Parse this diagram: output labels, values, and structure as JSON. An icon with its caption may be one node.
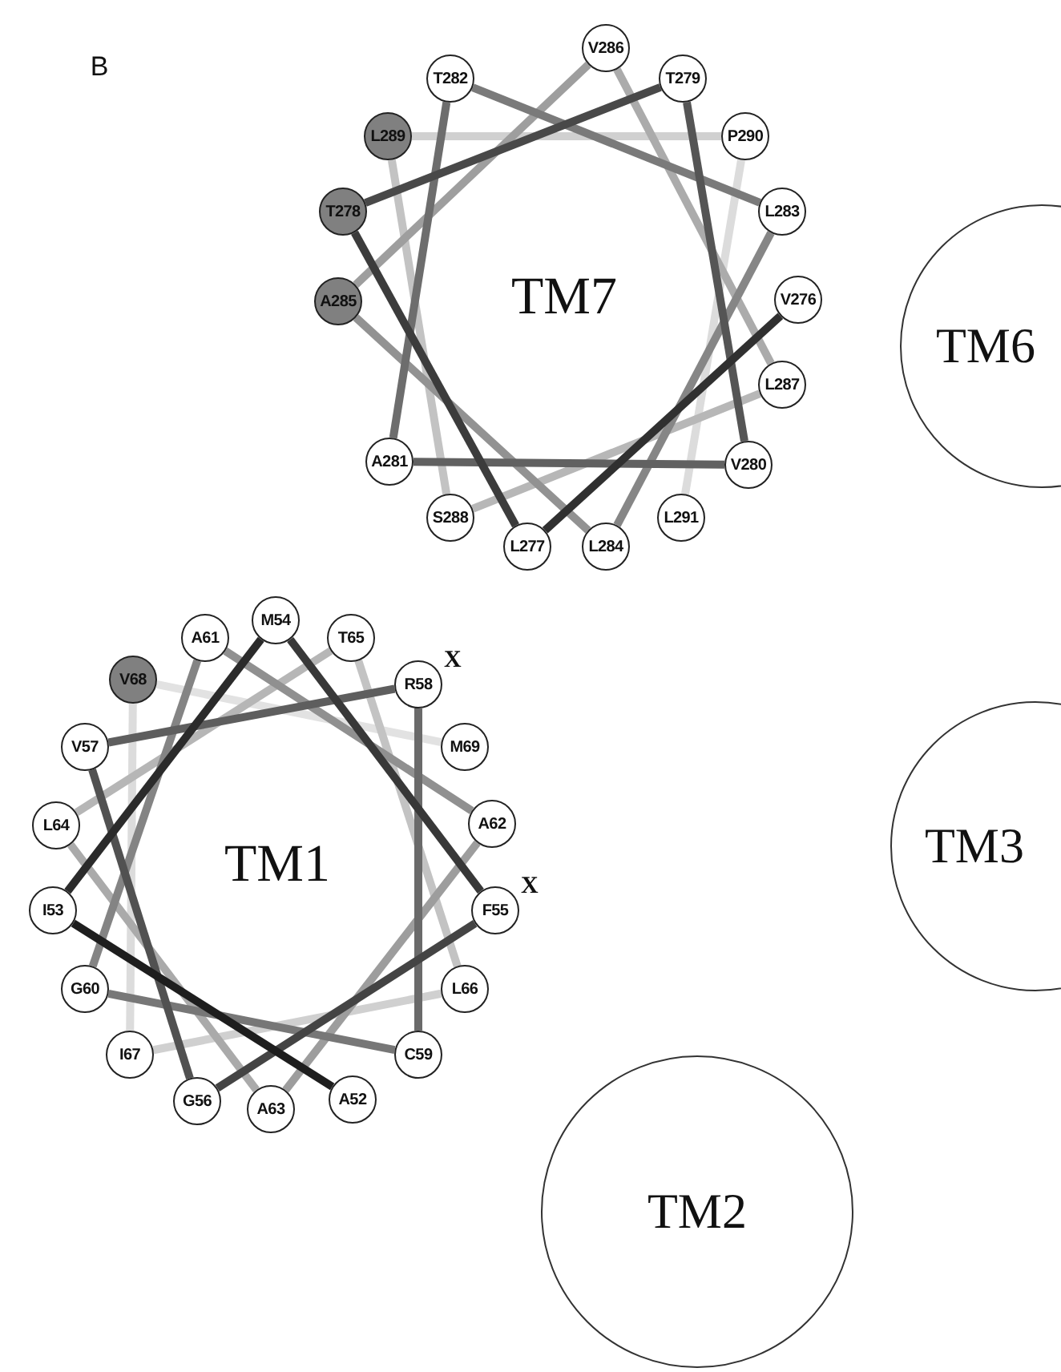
{
  "diagram": {
    "nodes": [
      {
        "text": [
          "V276"
        ]
      },
      {
        "text": [
          "L277"
        ]
      },
      {
        "text": [
          "T278"
        ]
      },
      {
        "text": [
          "T279"
        ]
      },
      {
        "text": [
          "V280"
        ]
      },
      {
        "text": [
          "A281"
        ]
      },
      {
        "text": [
          "T282"
        ]
      },
      {
        "text": [
          "L283"
        ]
      },
      {
        "text": [
          "L284"
        ]
      },
      {
        "text": [
          "A285"
        ]
      },
      {
        "text": [
          "V286"
        ]
      },
      {
        "text": [
          "L287"
        ]
      },
      {
        "text": [
          "S288"
        ]
      },
      {
        "text": [
          "L289"
        ]
      },
      {
        "text": [
          "P290"
        ]
      },
      {
        "text": [
          "L291"
        ]
      },
      {
        "text": [
          "TM6"
        ]
      },
      {
        "text": [
          "A52"
        ]
      },
      {
        "text": [
          "I53"
        ]
      },
      {
        "text": [
          "M54"
        ]
      },
      {
        "text": [
          "F55"
        ],
        "beside": [
          "X"
        ]
      },
      {
        "text": [
          "G56"
        ]
      },
      {
        "text": [
          "V57"
        ]
      },
      {
        "text": [
          "R58"
        ],
        "beside": [
          "X"
        ]
      },
      {
        "text": [
          "C59"
        ]
      },
      {
        "text": [
          "G60"
        ]
      },
      {
        "text": [
          "A61"
        ]
      },
      {
        "text": [
          "A62"
        ]
      },
      {
        "text": [
          "A63"
        ]
      },
      {
        "text": [
          "L64"
        ]
      },
      {
        "text": [
          "T65"
        ]
      },
      {
        "text": [
          "L66"
        ]
      },
      {
        "text": [
          "I67"
        ]
      },
      {
        "text": [
          "V68"
        ]
      },
      {
        "text": [
          "M69"
        ]
      },
      {
        "text": [
          "TM3"
        ]
      },
      {
        "text": [
          "TM2"
        ]
      }
    ],
    "edges": [
      {
        "from": 0,
        "to": 1,
        "arrow": "none",
        "color": "#303030"
      },
      {
        "from": 1,
        "to": 2,
        "arrow": "none",
        "color": "#3c3c3c"
      },
      {
        "from": 2,
        "to": 3,
        "arrow": "none",
        "color": "#494949"
      },
      {
        "from": 3,
        "to": 4,
        "arrow": "none",
        "color": "#555555"
      },
      {
        "from": 4,
        "to": 5,
        "arrow": "none",
        "color": "#616161"
      },
      {
        "from": 5,
        "to": 6,
        "arrow": "none",
        "color": "#6d6d6d"
      },
      {
        "from": 6,
        "to": 7,
        "arrow": "none",
        "color": "#7a7a7a"
      },
      {
        "from": 7,
        "to": 8,
        "arrow": "none",
        "color": "#868686"
      },
      {
        "from": 8,
        "to": 9,
        "arrow": "none",
        "color": "#929292"
      },
      {
        "from": 9,
        "to": 10,
        "arrow": "none",
        "color": "#9e9e9e"
      },
      {
        "from": 10,
        "to": 11,
        "arrow": "none",
        "color": "#ababab"
      },
      {
        "from": 11,
        "to": 12,
        "arrow": "none",
        "color": "#b7b7b7"
      },
      {
        "from": 12,
        "to": 13,
        "arrow": "none",
        "color": "#c3c3c3"
      },
      {
        "from": 13,
        "to": 14,
        "arrow": "none",
        "color": "#d0d0d0"
      },
      {
        "from": 14,
        "to": 15,
        "arrow": "none",
        "color": "#dcdcdc"
      },
      {
        "from": 17,
        "to": 18,
        "arrow": "none",
        "color": "#1e1e1e"
      },
      {
        "from": 18,
        "to": 19,
        "arrow": "none",
        "color": "#2b2b2b"
      },
      {
        "from": 19,
        "to": 20,
        "arrow": "none",
        "color": "#383838"
      },
      {
        "from": 20,
        "to": 21,
        "arrow": "none",
        "color": "#444444"
      },
      {
        "from": 21,
        "to": 22,
        "arrow": "none",
        "color": "#515151"
      },
      {
        "from": 22,
        "to": 23,
        "arrow": "none",
        "color": "#5e5e5e"
      },
      {
        "from": 23,
        "to": 24,
        "arrow": "none",
        "color": "#6a6a6a"
      },
      {
        "from": 24,
        "to": 25,
        "arrow": "none",
        "color": "#777777"
      },
      {
        "from": 25,
        "to": 26,
        "arrow": "none",
        "color": "#848484"
      },
      {
        "from": 26,
        "to": 27,
        "arrow": "none",
        "color": "#909090"
      },
      {
        "from": 27,
        "to": 28,
        "arrow": "none",
        "color": "#9d9d9d"
      },
      {
        "from": 28,
        "to": 29,
        "arrow": "none",
        "color": "#aaaaaa"
      },
      {
        "from": 29,
        "to": 30,
        "arrow": "none",
        "color": "#b6b6b6"
      },
      {
        "from": 30,
        "to": 31,
        "arrow": "none",
        "color": "#c3c3c3"
      },
      {
        "from": 31,
        "to": 32,
        "arrow": "none",
        "color": "#d0d0d0"
      },
      {
        "from": 32,
        "to": 33,
        "arrow": "none",
        "color": "#dcdcdc"
      },
      {
        "from": 33,
        "to": 34,
        "arrow": "none",
        "color": "#e2e2e2"
      }
    ],
    "labels": [
      "B",
      "TM7",
      "TM1"
    ]
  }
}
